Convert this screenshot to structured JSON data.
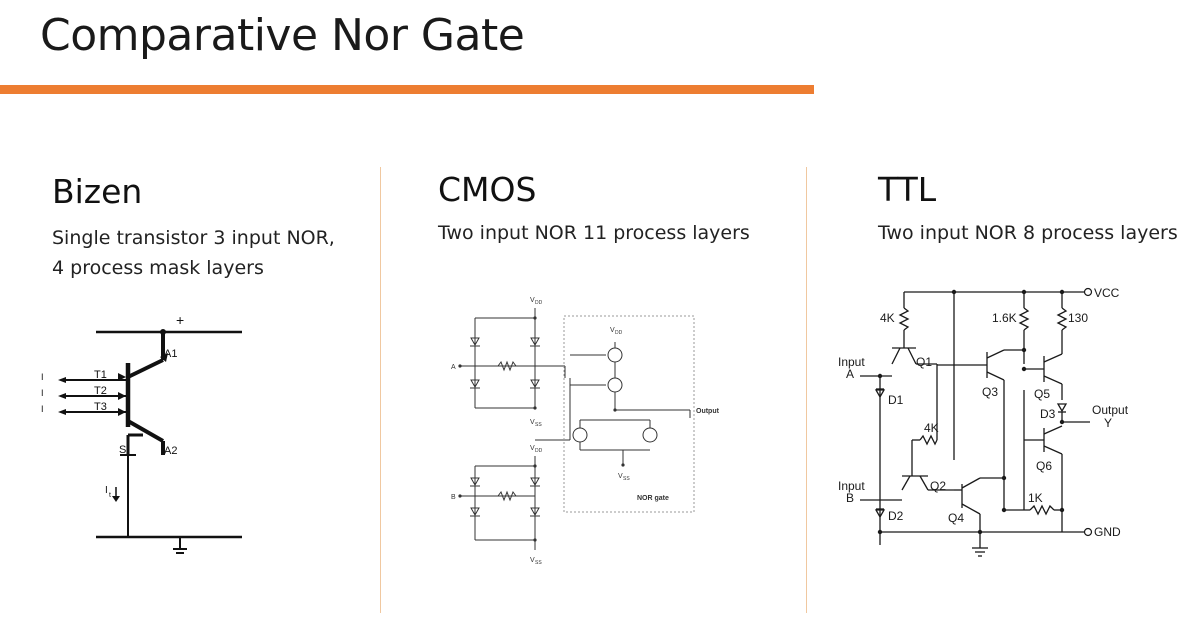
{
  "slide": {
    "title": "Comparative Nor Gate"
  },
  "columns": [
    {
      "heading": "Bizen",
      "description_lines": [
        "Single transistor 3 input NOR,",
        "4 process mask layers"
      ]
    },
    {
      "heading": "CMOS",
      "description_lines": [
        "Two input NOR 11 process layers"
      ]
    },
    {
      "heading": "TTL",
      "description_lines": [
        "Two input NOR 8 process layers"
      ]
    }
  ],
  "diagrams": {
    "bizen": {
      "plus": "+",
      "a1": "A1",
      "a2": "A2",
      "t1": "T1",
      "t2": "T2",
      "t3": "T3",
      "s": "S",
      "i": "I",
      "it": "I",
      "it_sub": "t"
    },
    "cmos": {
      "vdd": "V",
      "vdd_sub": "DD",
      "vss": "V",
      "vss_sub": "SS",
      "a": "A",
      "b": "B",
      "output": "Output",
      "nor_gate": "NOR gate"
    },
    "ttl": {
      "vcc": "VCC",
      "gnd": "GND",
      "r4k_top": "4K",
      "r16k": "1.6K",
      "r130": "130",
      "r4k_mid": "4K",
      "r1k": "1K",
      "input_a_1": "Input",
      "input_a_2": "A",
      "input_b_1": "Input",
      "input_b_2": "B",
      "output_1": "Output",
      "output_2": "Y",
      "q1": "Q1",
      "q2": "Q2",
      "q3": "Q3",
      "q4": "Q4",
      "q5": "Q5",
      "q6": "Q6",
      "d1": "D1",
      "d2": "D2",
      "d3": "D3"
    }
  }
}
